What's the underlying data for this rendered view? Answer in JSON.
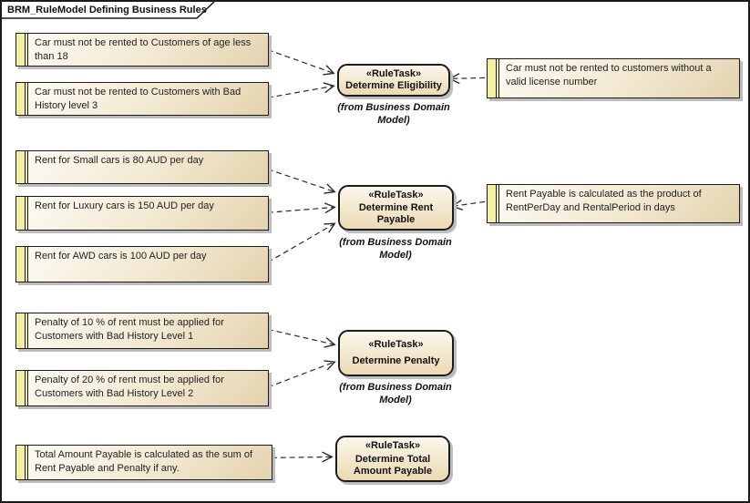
{
  "diagram": {
    "title": "BRM_RuleModel Defining Business Rules"
  },
  "notes": [
    {
      "text": "Car must not be rented to Customers of age less than 18"
    },
    {
      "text": "Car must not be rented to Customers with Bad History level 3"
    },
    {
      "text": "Car must not be rented to customers without a valid license number"
    },
    {
      "text": "Rent for Small cars is 80 AUD per day"
    },
    {
      "text": "Rent for Luxury cars is 150 AUD per day"
    },
    {
      "text": "Rent for AWD cars is 100 AUD per day"
    },
    {
      "text": "Rent Payable is calculated as the product of RentPerDay and RentalPeriod in days"
    },
    {
      "text": "Penalty of 10 % of rent must be applied for Customers with Bad History Level 1"
    },
    {
      "text": "Penalty of 20 % of rent must be applied for Customers with Bad History Level 2"
    },
    {
      "text": "Total Amount Payable is calculated as the sum of Rent Payable and Penalty if any."
    }
  ],
  "tasks": [
    {
      "stereotype": "«RuleTask»",
      "name": "Determine Eligibility",
      "from": "(from Business Domain Model)"
    },
    {
      "stereotype": "«RuleTask»",
      "name": "Determine Rent Payable",
      "from": "(from Business Domain Model)"
    },
    {
      "stereotype": "«RuleTask»",
      "name": "Determine Penalty",
      "from": "(from Business Domain Model)"
    },
    {
      "stereotype": "«RuleTask»",
      "name": "Determine Total Amount Payable"
    }
  ],
  "colors": {
    "note_fill_light": "#fdfcf6",
    "note_fill_dark": "#e3d2ae",
    "stripe_yellow": "#f3efa3",
    "task_fill_light": "#fbf7ec",
    "task_fill_dark": "#ecd9b4",
    "shadow_gray": "#bdbdbd",
    "line_color": "#2a2a2a"
  }
}
